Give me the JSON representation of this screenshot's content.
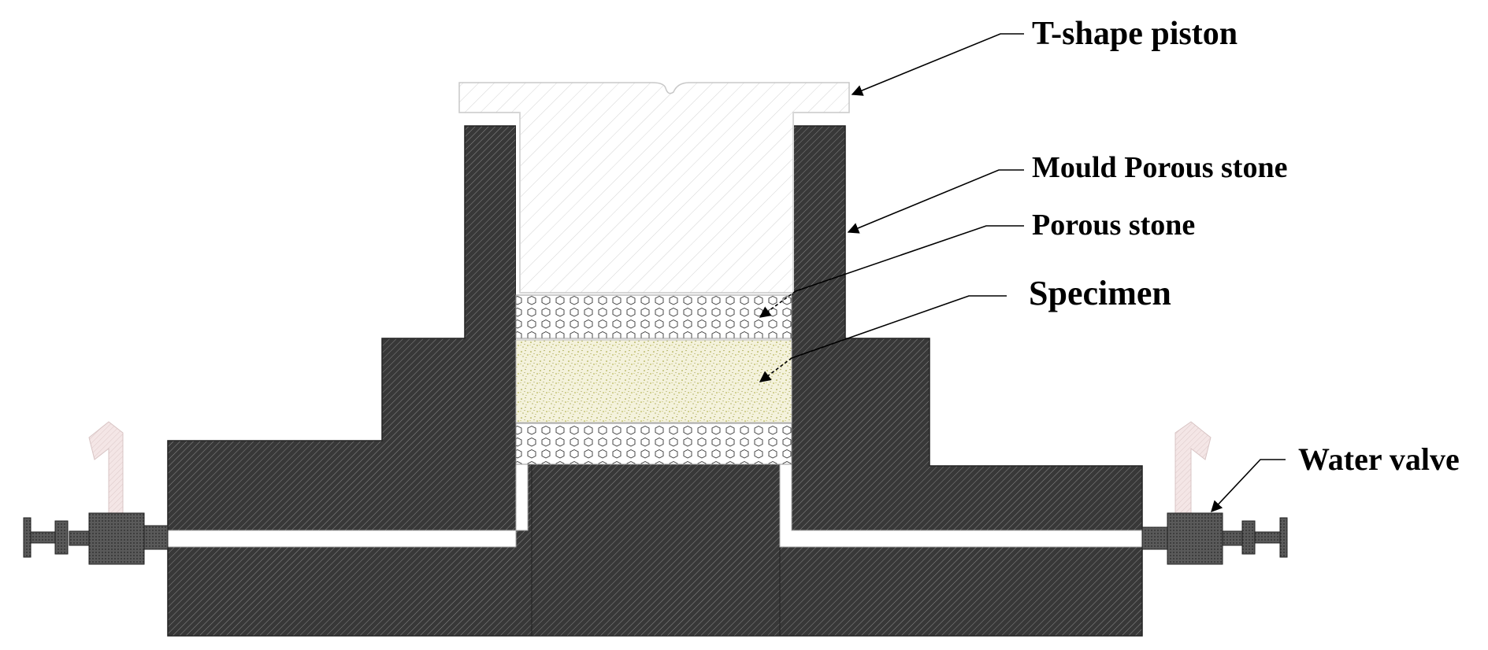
{
  "labels": {
    "piston": "T-shape piston",
    "mould_stone": "Mould Porous stone",
    "porous_stone": "Porous stone",
    "specimen": "Specimen",
    "water_valve": "Water valve"
  },
  "colors": {
    "mould_dark": "#3a3a3a",
    "hatch_line": "#7a7a7a",
    "piston_hatch": "#d8d8d8",
    "specimen_fill": "#f2f0d8",
    "specimen_speckle": "#9a9a2a",
    "valve_handle": "#eedddd",
    "valve_body": "#5a5a5a"
  }
}
